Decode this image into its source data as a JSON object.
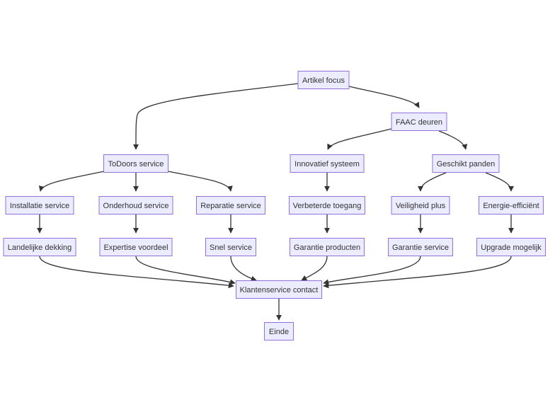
{
  "diagram": {
    "colors": {
      "node_fill": "#ECECFF",
      "node_border": "#9370DB",
      "edge": "#333333",
      "text": "#333333"
    },
    "nodes": [
      {
        "id": "artikel",
        "label": "Artikel focus"
      },
      {
        "id": "faac",
        "label": "FAAC deuren"
      },
      {
        "id": "todoors",
        "label": "ToDoors service"
      },
      {
        "id": "innovatief",
        "label": "Innovatief systeem"
      },
      {
        "id": "geschikt",
        "label": "Geschikt panden"
      },
      {
        "id": "installatie",
        "label": "Installatie service"
      },
      {
        "id": "onderhoud",
        "label": "Onderhoud service"
      },
      {
        "id": "reparatie",
        "label": "Reparatie service"
      },
      {
        "id": "verbeterde",
        "label": "Verbeterde toegang"
      },
      {
        "id": "veiligheid",
        "label": "Veiligheid plus"
      },
      {
        "id": "energie",
        "label": "Energie-efficiënt"
      },
      {
        "id": "landelijke",
        "label": "Landelijke dekking"
      },
      {
        "id": "expertise",
        "label": "Expertise voordeel"
      },
      {
        "id": "snel",
        "label": "Snel service"
      },
      {
        "id": "garantie_p",
        "label": "Garantie producten"
      },
      {
        "id": "garantie_s",
        "label": "Garantie service"
      },
      {
        "id": "upgrade",
        "label": "Upgrade mogelijk"
      },
      {
        "id": "klanten",
        "label": "Klantenservice contact"
      },
      {
        "id": "einde",
        "label": "Einde"
      }
    ],
    "edges": [
      {
        "from": "artikel",
        "to": "todoors"
      },
      {
        "from": "artikel",
        "to": "faac"
      },
      {
        "from": "faac",
        "to": "innovatief"
      },
      {
        "from": "faac",
        "to": "geschikt"
      },
      {
        "from": "todoors",
        "to": "installatie"
      },
      {
        "from": "todoors",
        "to": "onderhoud"
      },
      {
        "from": "todoors",
        "to": "reparatie"
      },
      {
        "from": "innovatief",
        "to": "verbeterde"
      },
      {
        "from": "geschikt",
        "to": "veiligheid"
      },
      {
        "from": "geschikt",
        "to": "energie"
      },
      {
        "from": "installatie",
        "to": "landelijke"
      },
      {
        "from": "onderhoud",
        "to": "expertise"
      },
      {
        "from": "reparatie",
        "to": "snel"
      },
      {
        "from": "verbeterde",
        "to": "garantie_p"
      },
      {
        "from": "veiligheid",
        "to": "garantie_s"
      },
      {
        "from": "energie",
        "to": "upgrade"
      },
      {
        "from": "landelijke",
        "to": "klanten"
      },
      {
        "from": "expertise",
        "to": "klanten"
      },
      {
        "from": "snel",
        "to": "klanten"
      },
      {
        "from": "garantie_p",
        "to": "klanten"
      },
      {
        "from": "garantie_s",
        "to": "klanten"
      },
      {
        "from": "upgrade",
        "to": "klanten"
      },
      {
        "from": "klanten",
        "to": "einde"
      }
    ]
  }
}
